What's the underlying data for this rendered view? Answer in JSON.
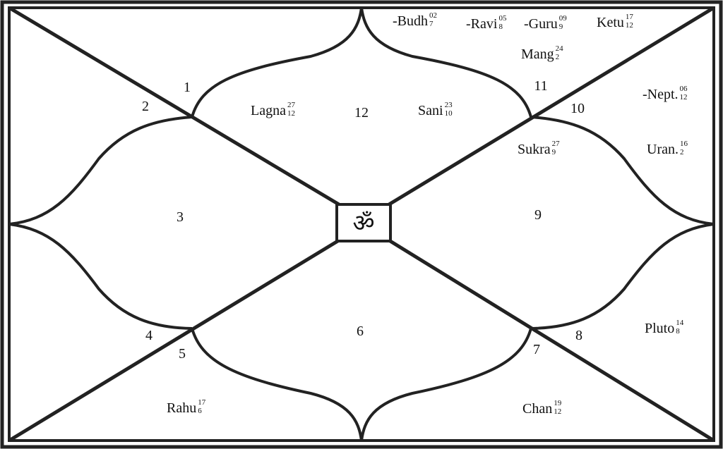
{
  "center_symbol": "ॐ",
  "houses": [
    "1",
    "2",
    "3",
    "4",
    "5",
    "6",
    "7",
    "8",
    "9",
    "10",
    "11",
    "12"
  ],
  "planets": [
    {
      "name": "Lagna",
      "deg": "27",
      "sign": "12"
    },
    {
      "name": "Sani",
      "deg": "23",
      "sign": "10"
    },
    {
      "name": "-Budh",
      "deg": "02",
      "sign": "7"
    },
    {
      "name": "-Ravi",
      "deg": "05",
      "sign": "8"
    },
    {
      "name": "-Guru",
      "deg": "09",
      "sign": "9"
    },
    {
      "name": "Ketu",
      "deg": "17",
      "sign": "12"
    },
    {
      "name": "Mang",
      "deg": "24",
      "sign": "2"
    },
    {
      "name": "-Nept.",
      "deg": "06",
      "sign": "12"
    },
    {
      "name": "Sukra",
      "deg": "27",
      "sign": "9"
    },
    {
      "name": "Uran.",
      "deg": "16",
      "sign": "2"
    },
    {
      "name": "Pluto",
      "deg": "14",
      "sign": "8"
    },
    {
      "name": "Rahu",
      "deg": "17",
      "sign": "6"
    },
    {
      "name": "Chan",
      "deg": "19",
      "sign": "12"
    }
  ]
}
